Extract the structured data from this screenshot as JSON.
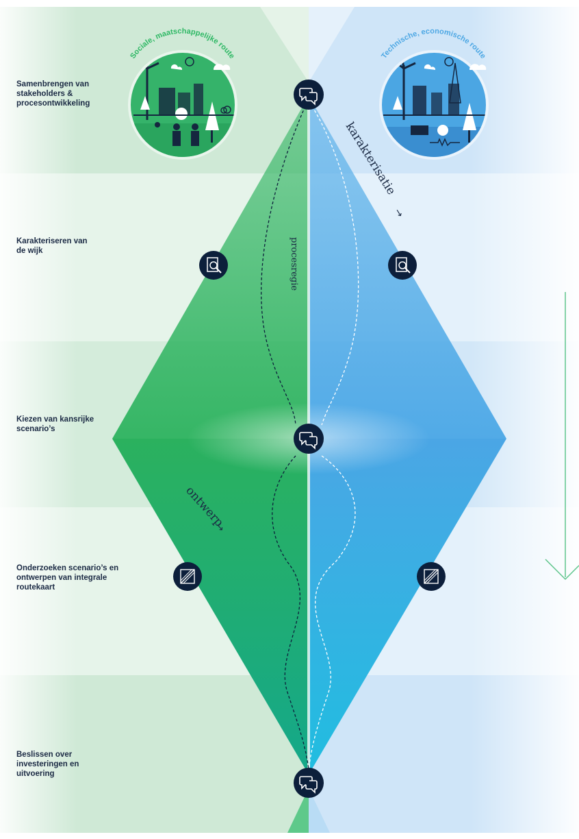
{
  "stages": [
    {
      "label": "Samenbrengen van stakeholders & procesontwikkeling",
      "icon": "chat-icon"
    },
    {
      "label": "Karakteriseren van de wijk",
      "icon": "magnifier-document-icon"
    },
    {
      "label": "Kiezen van kansrijke scenario’s",
      "icon": "chat-icon"
    },
    {
      "label": "Onderzoeken scenario’s en ontwerpen van integrale routekaart",
      "icon": "design-ruler-pencil-icon"
    },
    {
      "label": "Beslissen over investeringen en uitvoering",
      "icon": "chat-icon"
    }
  ],
  "routes": {
    "left": {
      "title": "Sociale, maatschappelijke route",
      "color": "#2fb865"
    },
    "right": {
      "title": "Technische, economische route",
      "color": "#4ea8e4"
    }
  },
  "flow_labels": {
    "characterisation": "karakterisatie",
    "process": "procesregie",
    "design": "ontwerp"
  },
  "colors": {
    "green": "#2fb562",
    "blue": "#4fa9e6",
    "navy": "#0c1f3b",
    "band_green": "#d7eedd",
    "band_blue": "#dbecf9"
  }
}
